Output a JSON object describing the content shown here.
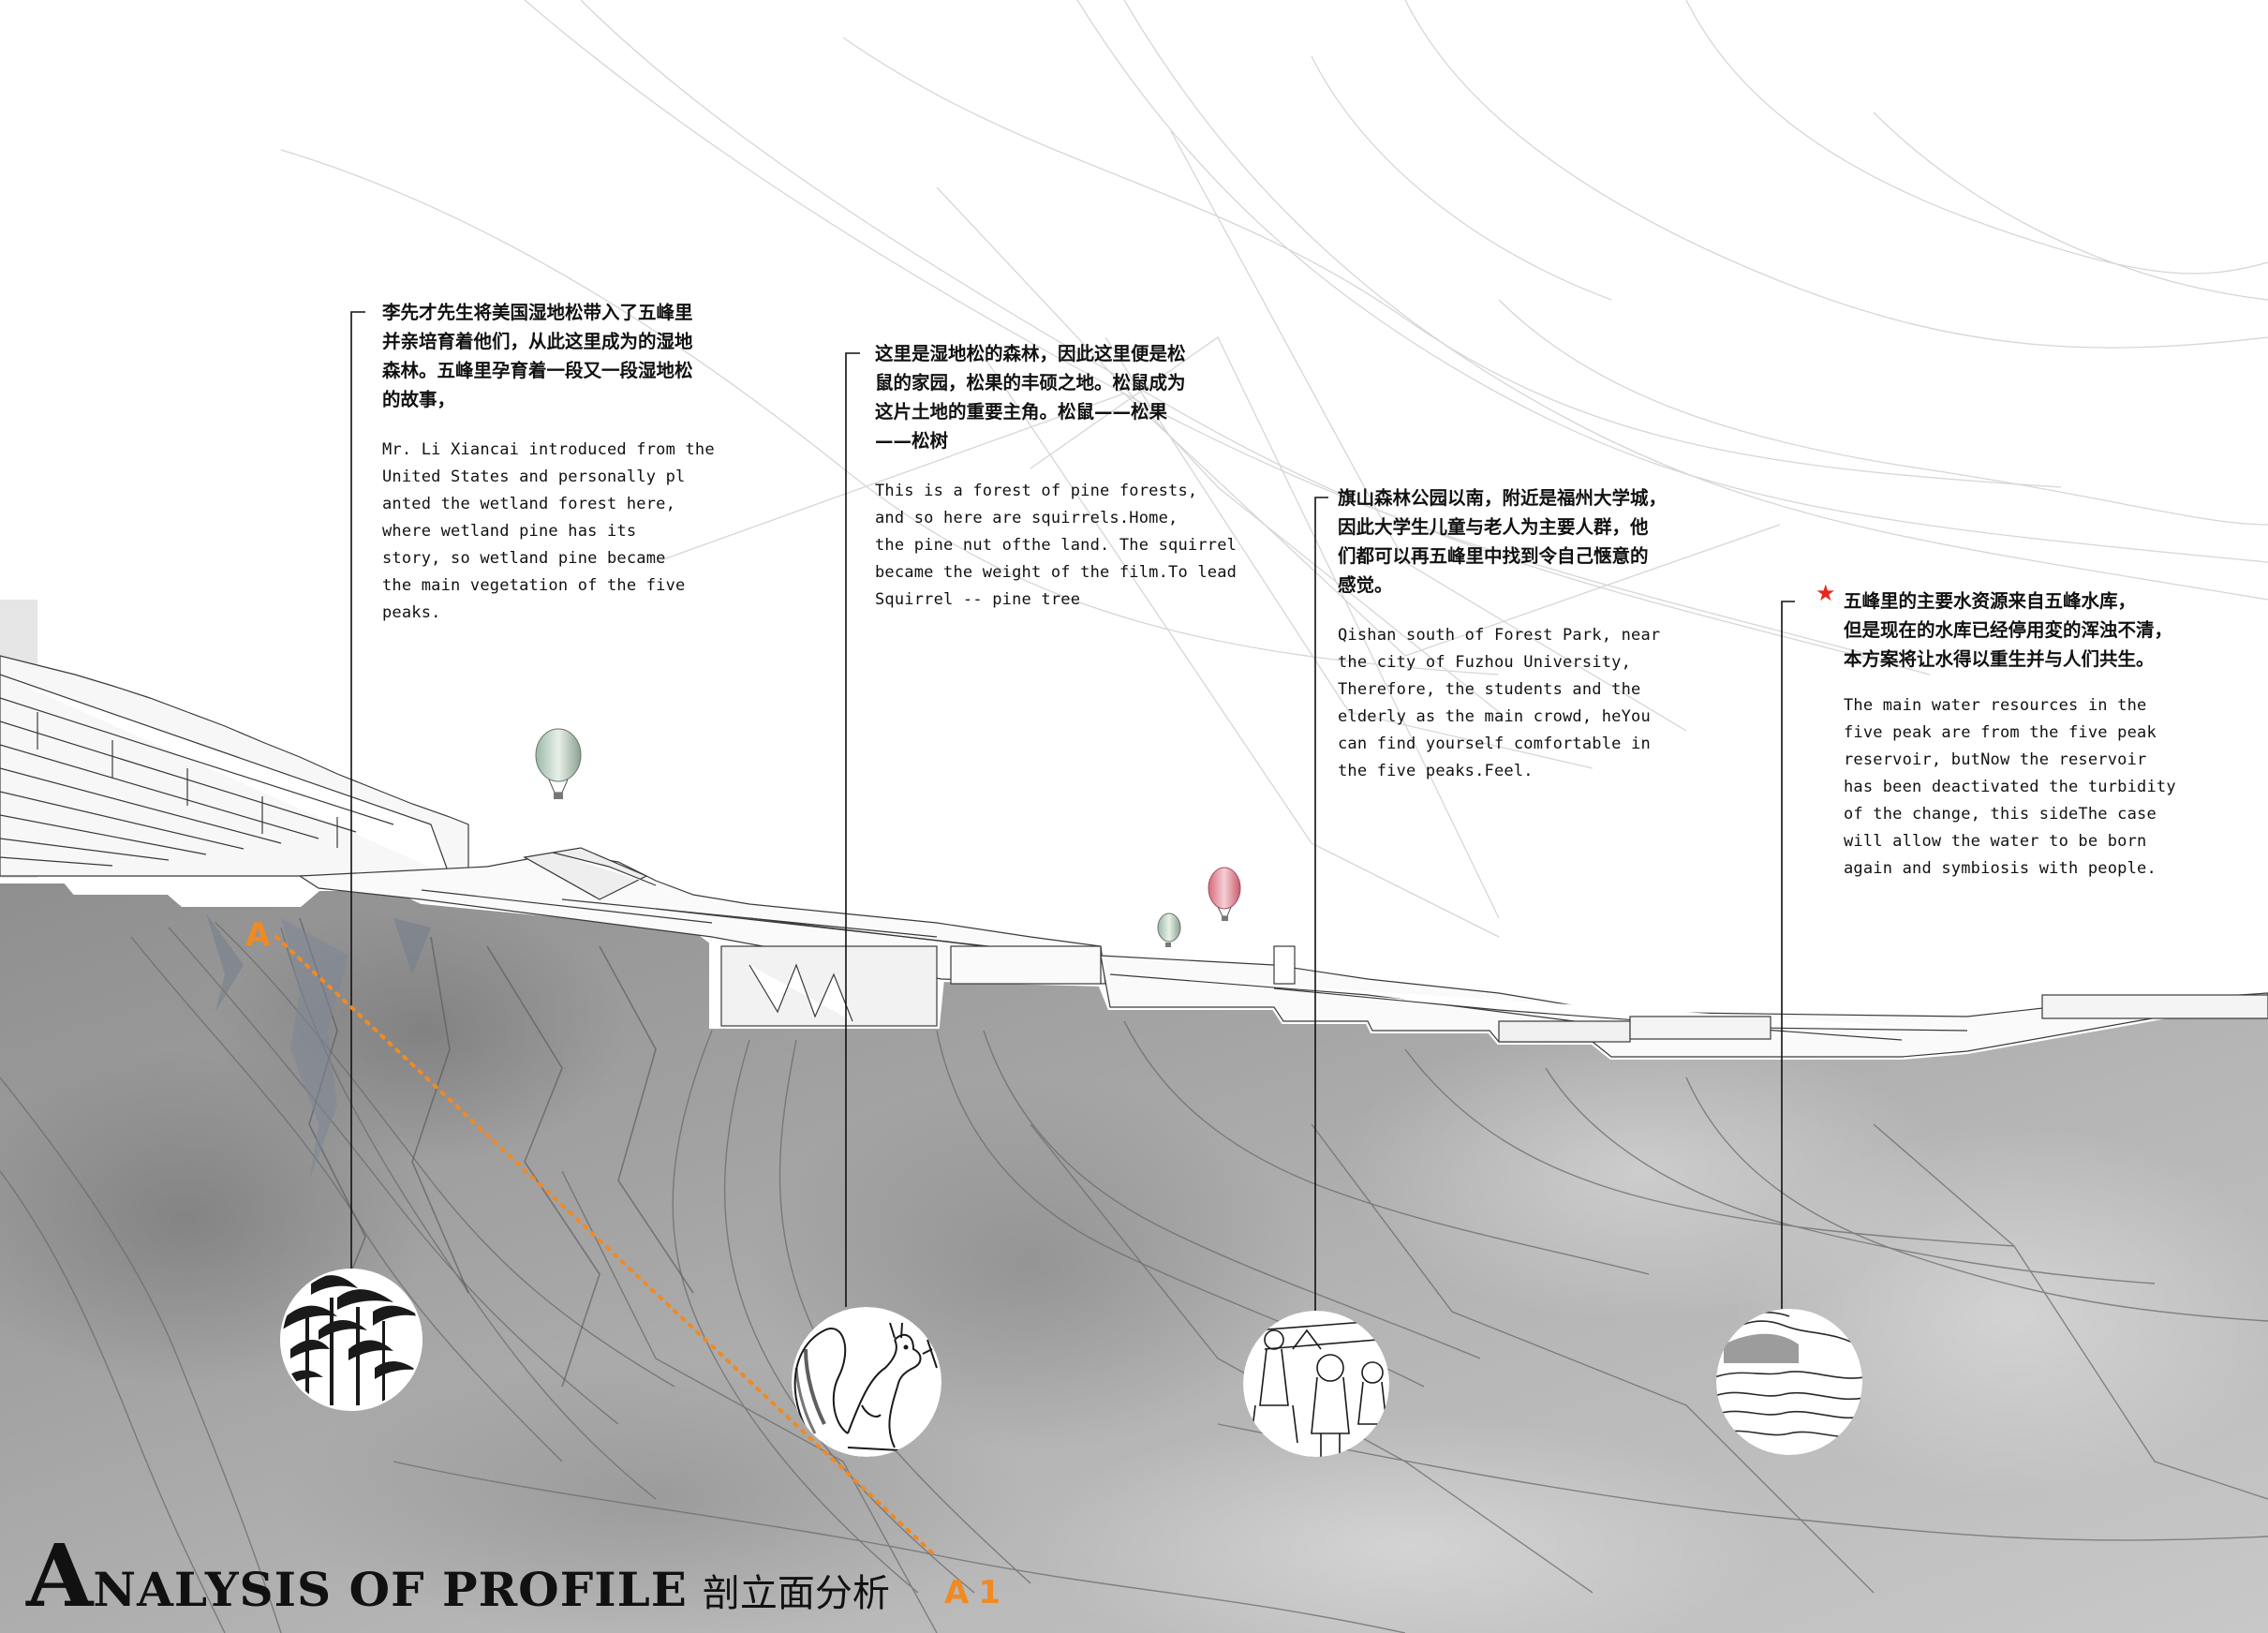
{
  "annotations": [
    {
      "id": "wetland-pine",
      "zh": "李先才先生将美国湿地松带入了五峰里\n并亲培育着他们，从此这里成为的湿地\n森林。五峰里孕育着一段又一段湿地松\n的故事，",
      "en": "Mr. Li Xiancai introduced from the\nUnited States and personally pl\nanted the wetland forest here,\nwhere wetland pine has its\nstory, so wetland pine became\nthe main vegetation of the five\npeaks."
    },
    {
      "id": "squirrel",
      "zh": "这里是湿地松的森林，因此这里便是松\n鼠的家园，松果的丰硕之地。松鼠成为\n这片土地的重要主角。松鼠——松果\n——松树",
      "en": "This is a forest of pine forests,\nand so here are squirrels.Home,\nthe pine nut ofthe land. The squirrel\nbecame the weight of the film.To lead\nSquirrel -- pine tree"
    },
    {
      "id": "crowd",
      "zh": "旗山森林公园以南，附近是福州大学城，\n因此大学生儿童与老人为主要人群，他\n们都可以再五峰里中找到令自己惬意的\n感觉。",
      "en": "Qishan south of Forest Park, near\nthe city of Fuzhou University,\nTherefore, the students and the\nelderly as the main crowd, heYou\ncan find yourself comfortable in\nthe five peaks.Feel."
    },
    {
      "id": "water",
      "zh": "五峰里的主要水资源来自五峰水库，\n但是现在的水库已经停用変的浑浊不清，\n本方案将让水得以重生并与人们共生。",
      "en": "The main water resources in the\nfive peak are from the five peak\nreservoir, butNow the reservoir\nhas been deactivated the turbidity\nof the change, this sideThe case\nwill allow the water to be born\nagain and symbiosis with people."
    }
  ],
  "section_markers": {
    "start": "A",
    "end": "A1"
  },
  "title": {
    "cap": "A",
    "rest": "NALYSIS OF PROFILE",
    "zh": "剖立面分析"
  },
  "colors": {
    "accent_dashed_line": "#f08a24",
    "star": "#e8251f",
    "ground": "#9a9a9a",
    "text": "#111111"
  },
  "icons": [
    "pine-trees-icon",
    "squirrel-icon",
    "people-icon",
    "water-waves-icon",
    "hot-air-balloon-icon",
    "red-star-icon"
  ]
}
